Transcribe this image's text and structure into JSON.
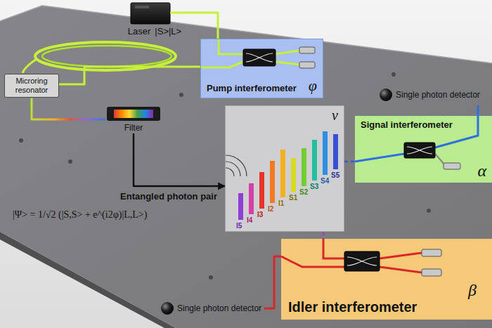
{
  "diagram": {
    "nodes": [
      {
        "text": [
          "Laser",
          "|S>|L>"
        ]
      },
      {
        "text": [
          "Pump interferometer",
          "φ"
        ]
      },
      {
        "text": [
          "Microring resonator"
        ]
      },
      {
        "text": [
          "Filter"
        ]
      },
      {
        "text": [
          "ν"
        ]
      },
      {
        "text": [
          "Signal interferometer",
          "α"
        ]
      },
      {
        "text": [
          "Single photon detector"
        ]
      },
      {
        "text": [
          "Idler interferometer",
          "β"
        ]
      },
      {
        "text": [
          "Single photon detector"
        ]
      }
    ],
    "edges": [
      {
        "from": 0,
        "to": 1,
        "arrow": "none"
      },
      {
        "from": 1,
        "to": 2,
        "arrow": "none"
      },
      {
        "from": 2,
        "to": 3,
        "arrow": "none"
      },
      {
        "from": 3,
        "to": 4,
        "arrow": "to",
        "label": "Entangled photon pair"
      },
      {
        "from": 4,
        "to": 5,
        "arrow": "none"
      },
      {
        "from": 4,
        "to": 7,
        "arrow": "none"
      },
      {
        "from": 5,
        "to": 6,
        "arrow": "none"
      },
      {
        "from": 7,
        "to": 8,
        "arrow": "none"
      }
    ],
    "labels": [
      "|Ψ> = 1/√2 (|S,S> + e^(i2φ)|L,L>)",
      "I5",
      "I4",
      "I3",
      "I2",
      "I1",
      "S1",
      "S2",
      "S3",
      "S4",
      "S5"
    ]
  }
}
